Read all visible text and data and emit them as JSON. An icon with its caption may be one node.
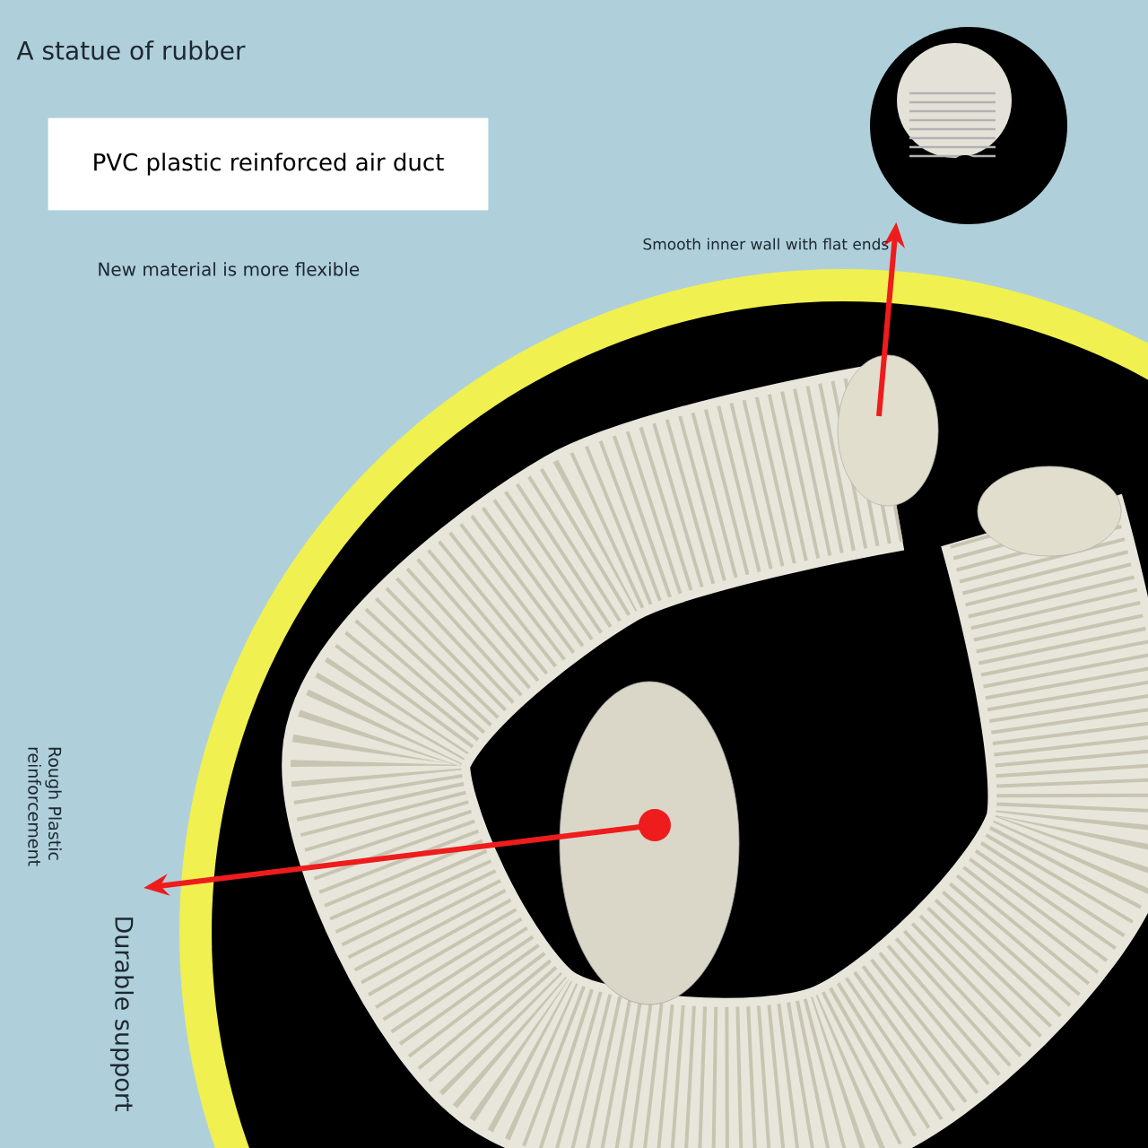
{
  "diagram": {
    "nodes": [
      {
        "text": [
          "PVC plastic reinforced air duct"
        ]
      },
      {
        "text": [],
        "shape": "picture"
      },
      {
        "text": [],
        "shape": "picture"
      }
    ],
    "edges": [
      {
        "from": 2,
        "to": 1,
        "arrow": "to",
        "color": "#ee1c1c"
      },
      {
        "from": 2,
        "to": null,
        "arrow": "to",
        "color": "#ee1c1c"
      }
    ],
    "labels": [
      "A statue of rubber",
      "New material is more flexible",
      "Smooth inner wall with flat ends",
      "Rough Plastic reinforcement",
      "Durable support"
    ]
  }
}
